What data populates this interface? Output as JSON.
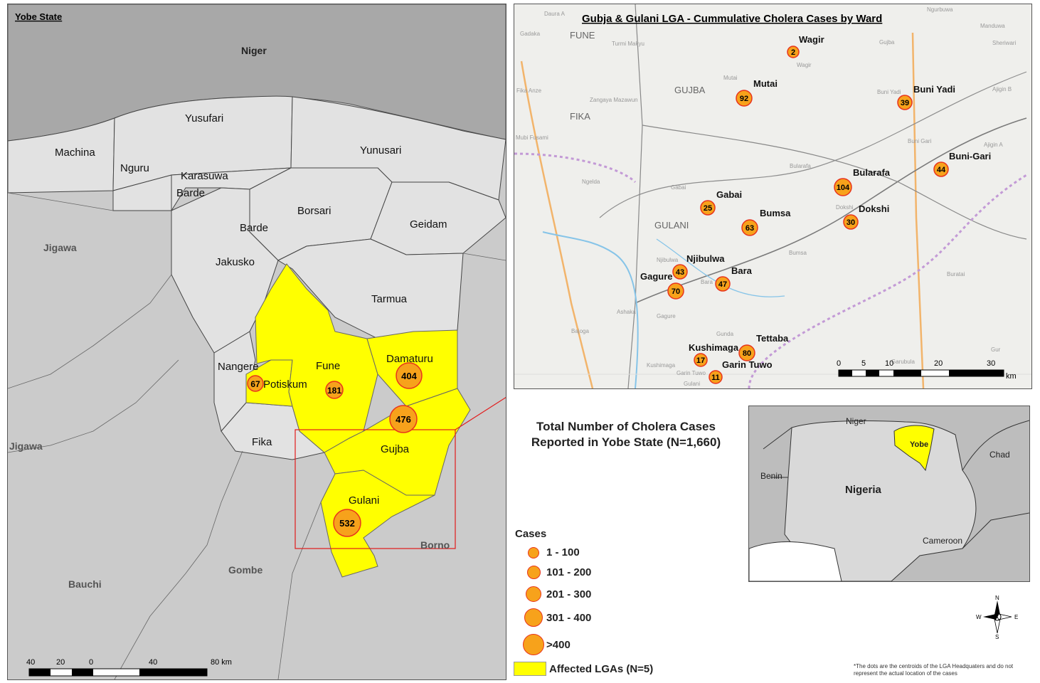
{
  "main_map": {
    "corner_label": "Yobe State",
    "country_labels": [
      "Niger",
      "Jigawa",
      "Jigawa",
      "Bauchi",
      "Gombe",
      "Borno"
    ],
    "lga_labels": [
      "Yusufari",
      "Machina",
      "Nguru",
      "Karasuwa",
      "Barde",
      "Yunusari",
      "Borsari",
      "Barde",
      "Geidam",
      "Jakusko",
      "Tarmua",
      "Nangere",
      "Potiskum",
      "Fune",
      "Damaturu",
      "Gujba",
      "Fika",
      "Gulani"
    ],
    "case_markers": [
      "67",
      "181",
      "404",
      "476",
      "532"
    ],
    "scale_ticks": [
      "40",
      "20",
      "0",
      "40",
      "80 km"
    ]
  },
  "inset_map": {
    "title": "Gubja & Gulani LGA - Cummulative Cholera Cases by Ward",
    "region_labels": [
      "FUNE",
      "GUJBA",
      "FIKA",
      "GULANI"
    ],
    "ward_labels": [
      "Wagir",
      "Mutai",
      "Buni Yadi",
      "Buni-Gari",
      "Bularafa",
      "Gabai",
      "Dokshi",
      "Bumsa",
      "Njibulwa",
      "Gagure",
      "Bara",
      "Tettaba",
      "Kushimaga",
      "Garin Tuwo"
    ],
    "ward_cases": [
      "2",
      "92",
      "39",
      "44",
      "104",
      "25",
      "30",
      "63",
      "43",
      "70",
      "47",
      "80",
      "17",
      "11"
    ],
    "minor_labels": [
      "Daura A",
      "Gadaka",
      "Turmi Makyu",
      "Wagir",
      "Mutai",
      "Fika Anze",
      "Zangaya Mazawun",
      "Mubi Fusami",
      "Buni Yadi",
      "Buni Gari",
      "Bularafa",
      "Ngelda",
      "Gabai",
      "Dokshi",
      "Njibulwa",
      "Bara",
      "Bumsa",
      "Ashaka",
      "Bajoga",
      "Gagure",
      "Gunda",
      "Kushimaga",
      "Garin Tuwo",
      "Gulani",
      "Buratai",
      "Garubula",
      "Gur",
      "Ajigin A",
      "Ajigin B",
      "Gujba",
      "Ngurbuwa",
      "Manduwa",
      "Sheriwari"
    ],
    "scale_ticks": [
      "0",
      "5",
      "10",
      "20",
      "30"
    ],
    "scale_unit": "km"
  },
  "map_title": "Total Number of Cholera Cases Reported in Yobe State (N=1,660)",
  "legend": {
    "title": "Cases",
    "classes": [
      "1 - 100",
      "101 - 200",
      "201 - 300",
      "301 - 400",
      ">400"
    ],
    "affected_label": "Affected LGAs (N=5)"
  },
  "locator": {
    "labels": [
      "Niger",
      "Yobe",
      "Chad",
      "Benin",
      "Nigeria",
      "Cameroon"
    ]
  },
  "compass": [
    "N",
    "E",
    "S",
    "W"
  ],
  "footnote": "*The dots are the centroids of the LGA Headquaters and do not represent the actual location of the cases",
  "colors": {
    "affected": "#ffff00",
    "marker_fill": "#f7a21b",
    "marker_stroke": "#e8341c",
    "lga_fill": "#e0e0e0",
    "outside": "#c9c9c9",
    "niger": "#a6a6a6",
    "extent_box": "#e21b1b"
  }
}
